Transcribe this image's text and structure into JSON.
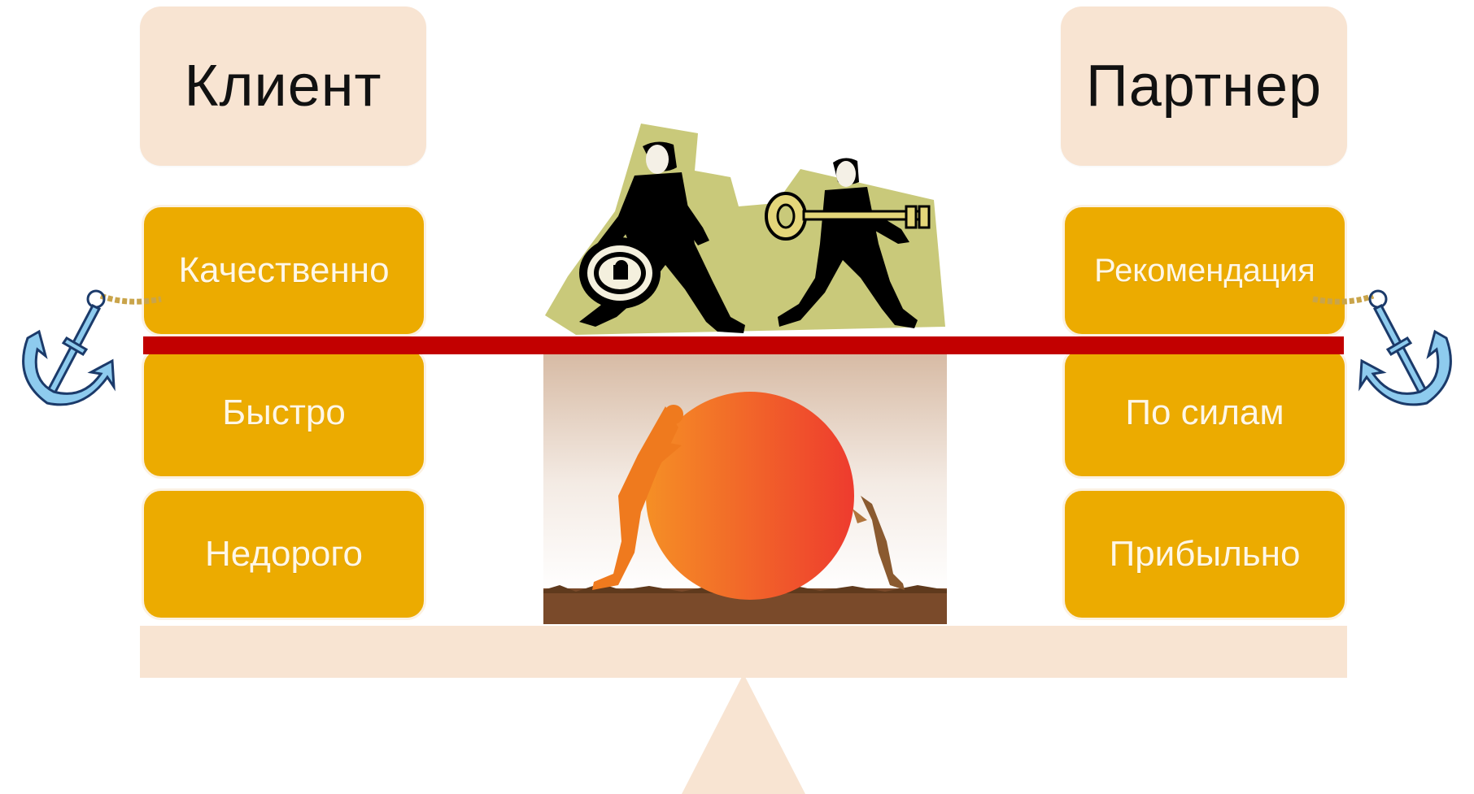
{
  "left": {
    "title": "Клиент",
    "items": [
      "Качественно",
      "Быстро",
      "Недорого"
    ]
  },
  "right": {
    "title": "Партнер",
    "items": [
      "Рекомендация",
      "По силам",
      "Прибыльно"
    ]
  },
  "colors": {
    "header_bg": "#f8e4d2",
    "item_bg": "#ecab00",
    "item_text": "#fff7e6",
    "beam": "#c20000",
    "base": "#f8e4d2",
    "ball": "#f04a2a"
  },
  "icons": {
    "left_anchor": "anchor-icon",
    "right_anchor": "anchor-icon",
    "key_illustration": "businessmen-with-key-icon",
    "ball_illustration": "people-pushing-ball-icon"
  }
}
